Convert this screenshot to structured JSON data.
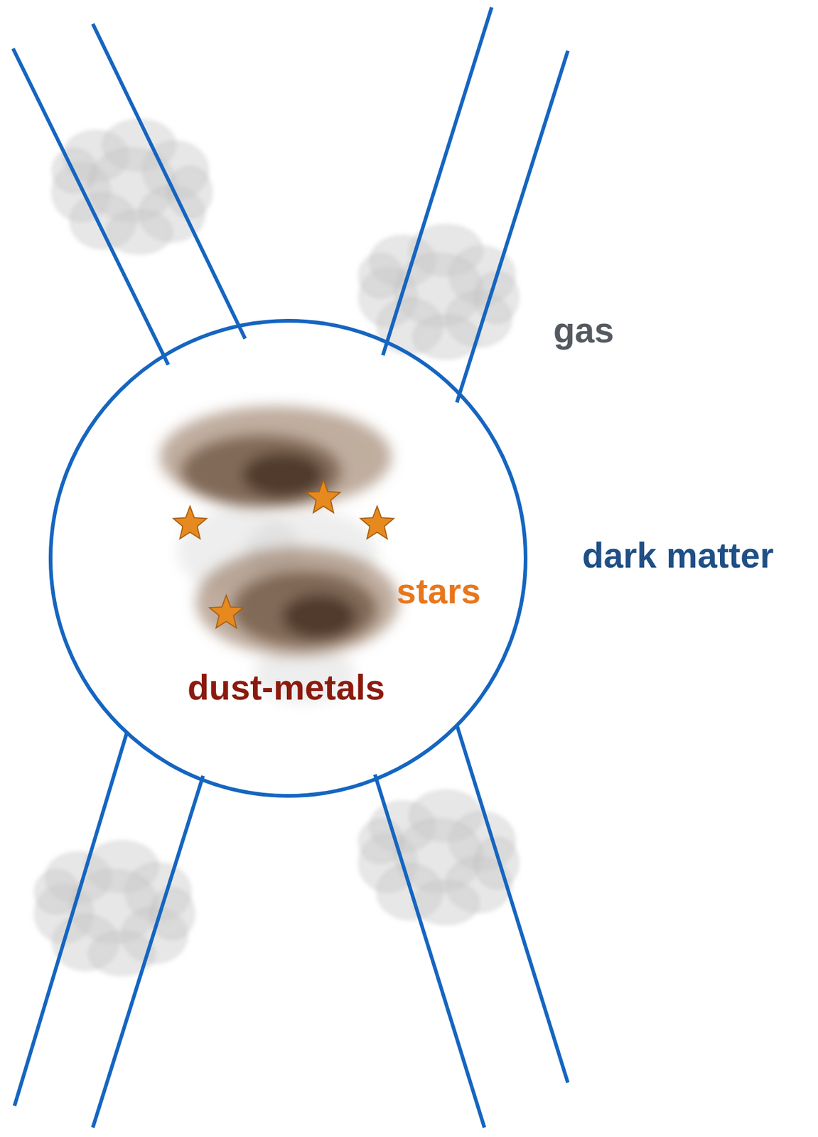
{
  "diagram": {
    "nodes": [
      {
        "text": [
          "dark matter",
          "stars",
          "dust-metals"
        ]
      }
    ],
    "labels": [
      "gas"
    ]
  }
}
